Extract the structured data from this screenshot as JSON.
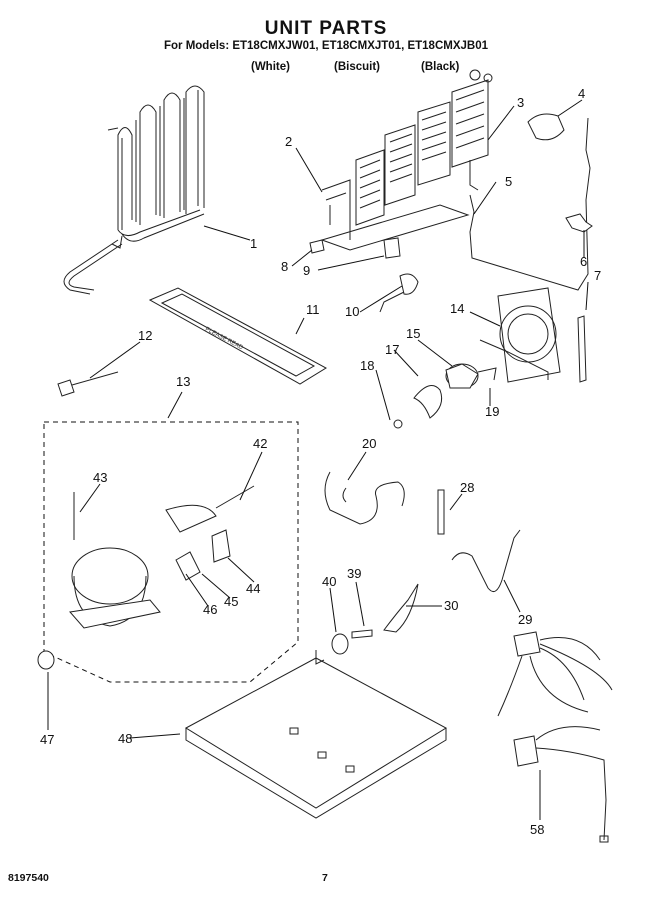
{
  "header": {
    "title": "UNIT PARTS",
    "models_line": "For Models: ET18CMXJW01, ET18CMXJT01, ET18CMXJB01",
    "variants": [
      "(White)",
      "(Biscuit)",
      "(Black)"
    ]
  },
  "footer": {
    "doc_number": "8197540",
    "page_number": "7"
  },
  "callouts": [
    "1",
    "2",
    "3",
    "4",
    "5",
    "6",
    "7",
    "8",
    "9",
    "10",
    "11",
    "12",
    "13",
    "14",
    "15",
    "17",
    "18",
    "19",
    "20",
    "28",
    "29",
    "30",
    "39",
    "40",
    "42",
    "43",
    "44",
    "45",
    "46",
    "47",
    "48",
    "58"
  ]
}
